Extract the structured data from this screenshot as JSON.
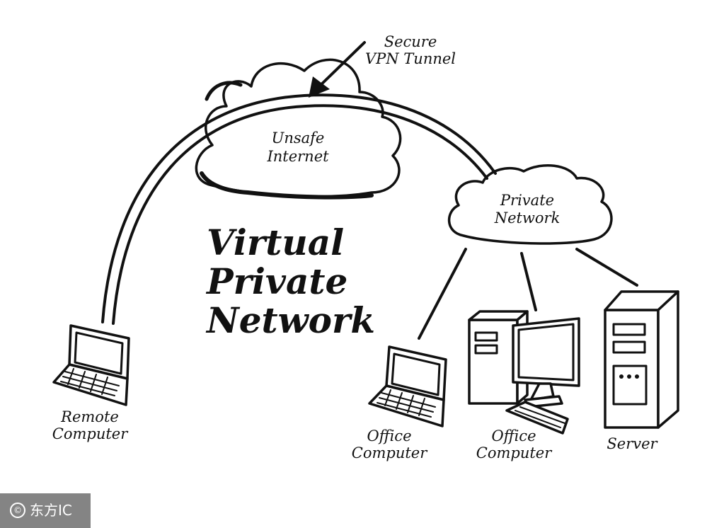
{
  "title": {
    "line1": "Virtual",
    "line2": "Private",
    "line3": "Network"
  },
  "tunnel": {
    "line1": "Secure",
    "line2": "VPN Tunnel"
  },
  "internet_cloud": {
    "line1": "Unsafe",
    "line2": "Internet"
  },
  "private_cloud": {
    "line1": "Private",
    "line2": "Network"
  },
  "devices": {
    "remote": {
      "line1": "Remote",
      "line2": "Computer",
      "icon": "laptop-icon"
    },
    "office_laptop": {
      "line1": "Office",
      "line2": "Computer",
      "icon": "laptop-icon"
    },
    "office_desktop": {
      "line1": "Office",
      "line2": "Computer",
      "icon": "desktop-computer-icon"
    },
    "server": {
      "line1": "Server",
      "icon": "server-tower-icon"
    }
  },
  "watermark": {
    "symbol": "©",
    "text": "东方IC"
  },
  "colors": {
    "ink": "#111111",
    "background": "#ffffff"
  }
}
